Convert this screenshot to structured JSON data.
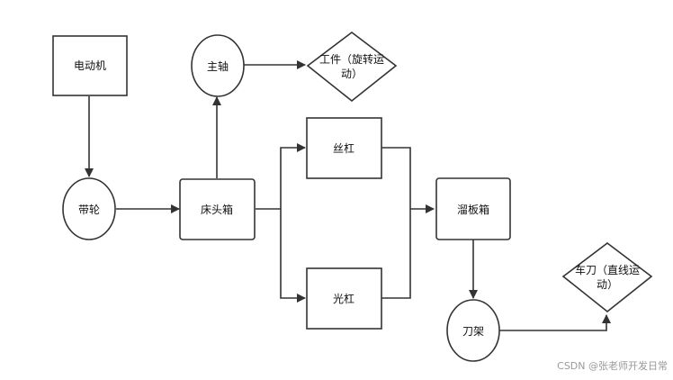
{
  "nodes": {
    "motor": "电动机",
    "spindle": "主轴",
    "workpiece_line1": "工件（旋转运",
    "workpiece_line2": "动）",
    "pulley": "带轮",
    "headstock": "床头箱",
    "leadscrew": "丝杠",
    "feedrod": "光杠",
    "apron": "溜板箱",
    "toolrest": "刀架",
    "tool_line1": "车刀（直线运",
    "tool_line2": "动）"
  },
  "watermark": "CSDN @张老师开发日常",
  "colors": {
    "stroke": "#333333",
    "fill": "#ffffff",
    "text": "#111111",
    "watermark": "#9a9a9a"
  }
}
